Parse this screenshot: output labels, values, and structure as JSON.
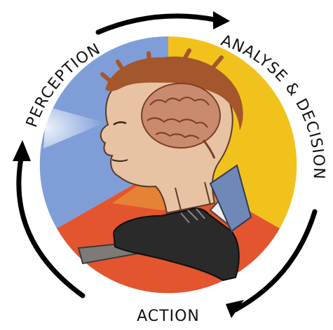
{
  "labels": {
    "perception": "PERCEPTION",
    "analyse": "ANALYSE & DECISION",
    "action": "ACTION"
  },
  "sectors": [
    {
      "name": "perception",
      "color": "#7f9ed8"
    },
    {
      "name": "analyse",
      "color": "#f2c21c"
    },
    {
      "name": "action",
      "color": "#e2552e"
    }
  ],
  "icons": [
    "head-illustration",
    "brain-icon",
    "boot-icon",
    "cycle-arrow-icon"
  ]
}
